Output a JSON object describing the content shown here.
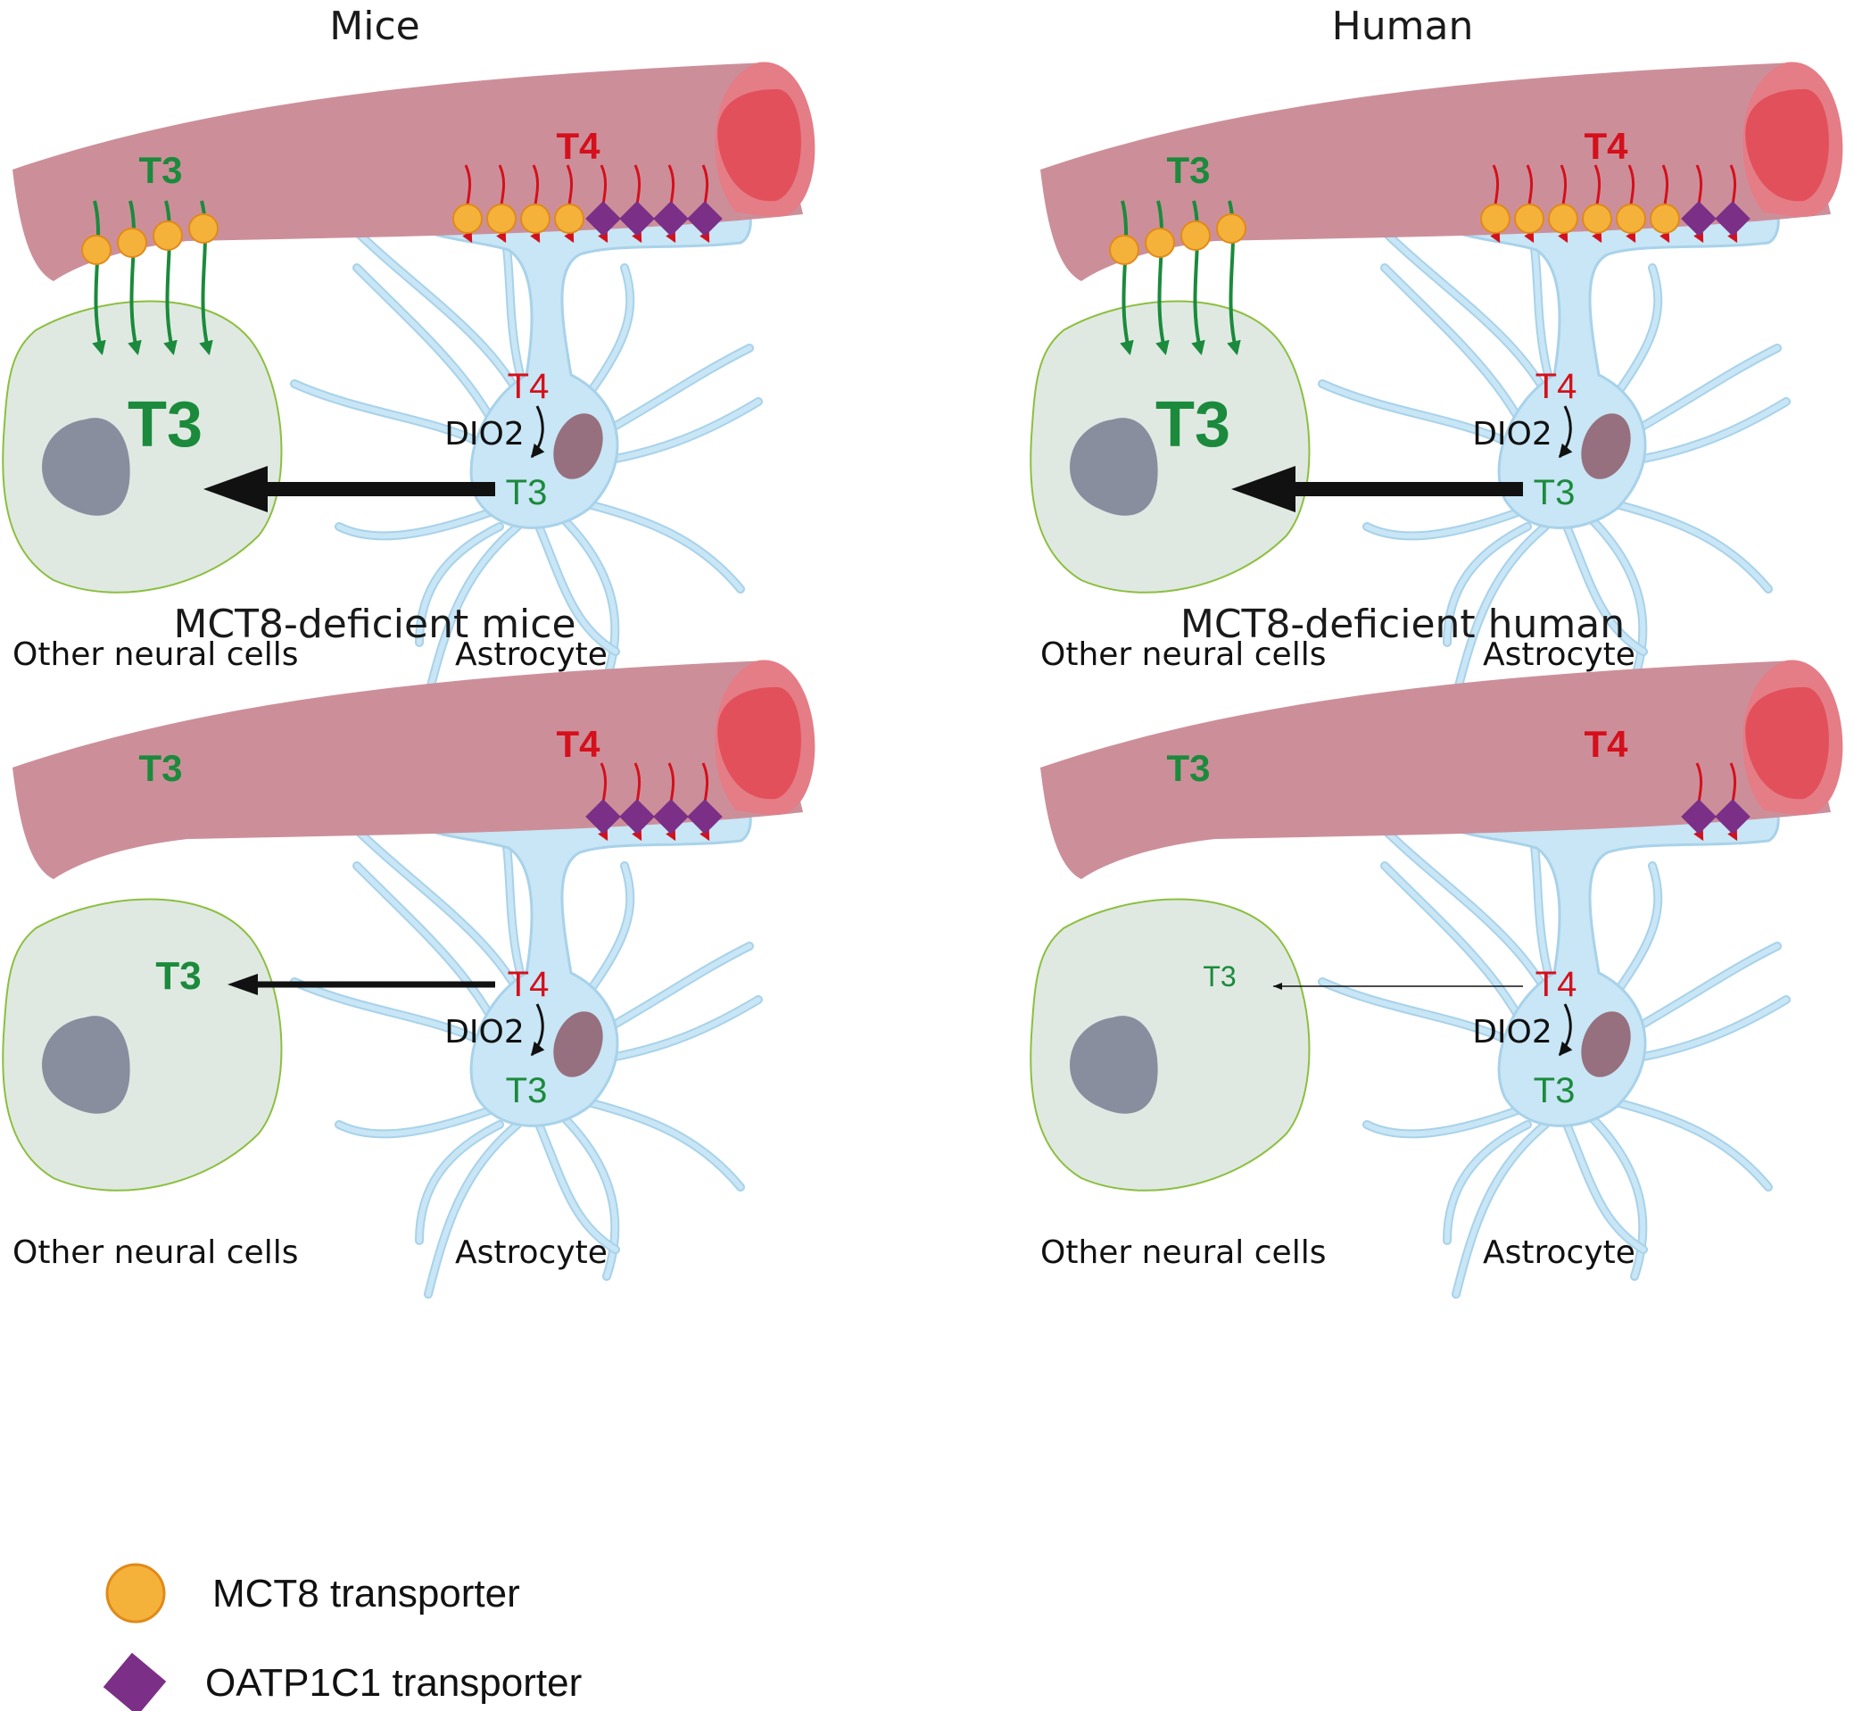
{
  "colors": {
    "vessel": "#cc8f9a",
    "vessel_end": "#e47d86",
    "vessel_lumen": "#e2505c",
    "astrocyte": "#c8e6f5",
    "astrocyte_stroke": "#a8d2ea",
    "neural_cell": "#dfe9e2",
    "neural_stroke": "#8cbf3f",
    "nucleus": "#888e9e",
    "astro_nucleus": "#96707e",
    "t3_green": "#1b8a3c",
    "t4_red": "#d4101c",
    "mct8": "#f5b23a",
    "mct8_stroke": "#e08a1a",
    "oatp1c1": "#7b2f87"
  },
  "panels": [
    {
      "title": "Mice",
      "vessel_t3": "T3",
      "vessel_t4": "T4",
      "astro_t4": "T4",
      "dio2": "DIO2",
      "astro_t3": "T3",
      "cell_t3": "T3",
      "cell_t3_style": "large",
      "arrow": "thick",
      "label_cells": "Other neural cells",
      "label_astro": "Astrocyte",
      "bbb_t4_markers": [
        "mct8",
        "mct8",
        "mct8",
        "mct8",
        "oatp1c1",
        "oatp1c1",
        "oatp1c1",
        "oatp1c1"
      ],
      "bbb_t3_markers": 4
    },
    {
      "title": "Human",
      "vessel_t3": "T3",
      "vessel_t4": "T4",
      "astro_t4": "T4",
      "dio2": "DIO2",
      "astro_t3": "T3",
      "cell_t3": "T3",
      "cell_t3_style": "large",
      "arrow": "thick",
      "label_cells": "Other neural cells",
      "label_astro": "Astrocyte",
      "bbb_t4_markers": [
        "mct8",
        "mct8",
        "mct8",
        "mct8",
        "mct8",
        "mct8",
        "oatp1c1",
        "oatp1c1"
      ],
      "bbb_t3_markers": 4
    },
    {
      "title": "MCT8-deficient mice",
      "vessel_t3": "T3",
      "vessel_t4": "T4",
      "astro_t4": "T4",
      "dio2": "DIO2",
      "astro_t3": "T3",
      "cell_t3": "T3",
      "cell_t3_style": "medium",
      "arrow": "medium",
      "label_cells": "Other neural cells",
      "label_astro": "Astrocyte",
      "bbb_t4_markers": [
        "oatp1c1",
        "oatp1c1",
        "oatp1c1",
        "oatp1c1"
      ],
      "bbb_t3_markers": 0
    },
    {
      "title": "MCT8-deficient  human",
      "vessel_t3": "T3",
      "vessel_t4": "T4",
      "astro_t4": "T4",
      "dio2": "DIO2",
      "astro_t3": "T3",
      "cell_t3": "T3",
      "cell_t3_style": "small",
      "arrow": "thin",
      "label_cells": "Other neural cells",
      "label_astro": "Astrocyte",
      "bbb_t4_markers": [
        "oatp1c1",
        "oatp1c1"
      ],
      "bbb_t3_markers": 0
    }
  ],
  "legend": {
    "mct8_label": "MCT8 transporter",
    "oatp1c1_label": "OATP1C1 transporter"
  }
}
